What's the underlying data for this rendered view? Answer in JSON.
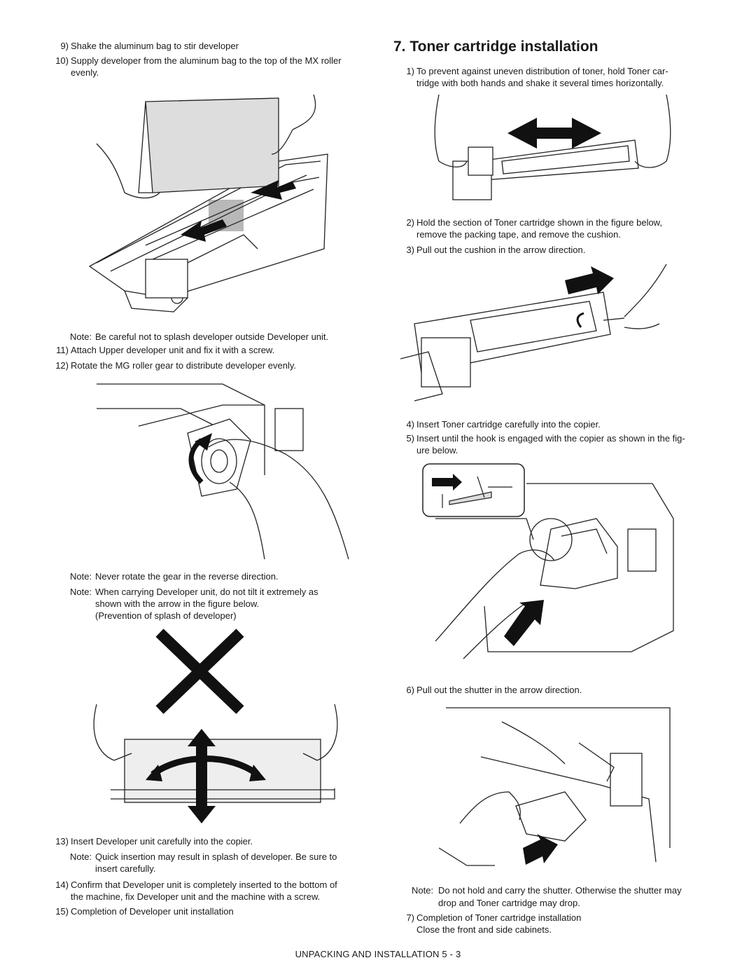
{
  "left": {
    "s9": {
      "num": "9)",
      "text": "Shake the aluminum bag to stir developer"
    },
    "s10": {
      "num": "10)",
      "line1": "Supply developer from the aluminum bag to the top of the MX roller",
      "line2": "evenly."
    },
    "note1": {
      "label": "Note:",
      "text": "Be careful not to splash developer outside Developer unit."
    },
    "s11": {
      "num": "11)",
      "text": "Attach Upper developer unit and fix it with a screw."
    },
    "s12": {
      "num": "12)",
      "text": "Rotate the MG roller gear to distribute developer evenly."
    },
    "note2": {
      "label": "Note:",
      "text": "Never rotate the gear in the reverse direction."
    },
    "note3": {
      "label": "Note:",
      "line1": "When carrying Developer unit, do not tilt it extremely as",
      "line2": "shown with the arrow in the figure below.",
      "line3": "(Prevention of splash of developer)"
    },
    "s13": {
      "num": "13)",
      "text": "Insert Developer unit carefully into the copier."
    },
    "note4": {
      "label": "Note:",
      "line1": "Quick insertion may result in splash of developer. Be sure to",
      "line2": "insert carefully."
    },
    "s14": {
      "num": "14)",
      "line1": "Confirm that Developer unit is completely inserted to the bottom of",
      "line2": "the machine, fix Developer unit and the machine with a screw."
    },
    "s15": {
      "num": "15)",
      "text": "Completion of Developer unit installation"
    }
  },
  "right": {
    "heading": "7. Toner cartridge installation",
    "s1": {
      "num": "1)",
      "line1": "To prevent against uneven distribution of toner, hold Toner car-",
      "line2": "tridge with both hands and shake it several times horizontally."
    },
    "s2": {
      "num": "2)",
      "line1": "Hold the section of Toner cartridge shown in the figure below,",
      "line2": "remove the packing tape, and remove the cushion."
    },
    "s3": {
      "num": "3)",
      "text": "Pull out the cushion in the arrow direction."
    },
    "s4": {
      "num": "4)",
      "text": "Insert Toner cartridge carefully into the copier."
    },
    "s5": {
      "num": "5)",
      "line1": "Insert until the hook is engaged with the copier as shown in the fig-",
      "line2": "ure below."
    },
    "s6": {
      "num": "6)",
      "text": "Pull out the shutter in the arrow direction."
    },
    "note5": {
      "label": "Note:",
      "line1": "Do not hold and carry the shutter. Otherwise the shutter may",
      "line2": "drop and Toner cartridge may drop."
    },
    "s7": {
      "num": "7)",
      "line1": "Completion of Toner cartridge installation",
      "line2": "Close the front and side cabinets."
    }
  },
  "footer": "UNPACKING AND INSTALLATION  5 - 3"
}
